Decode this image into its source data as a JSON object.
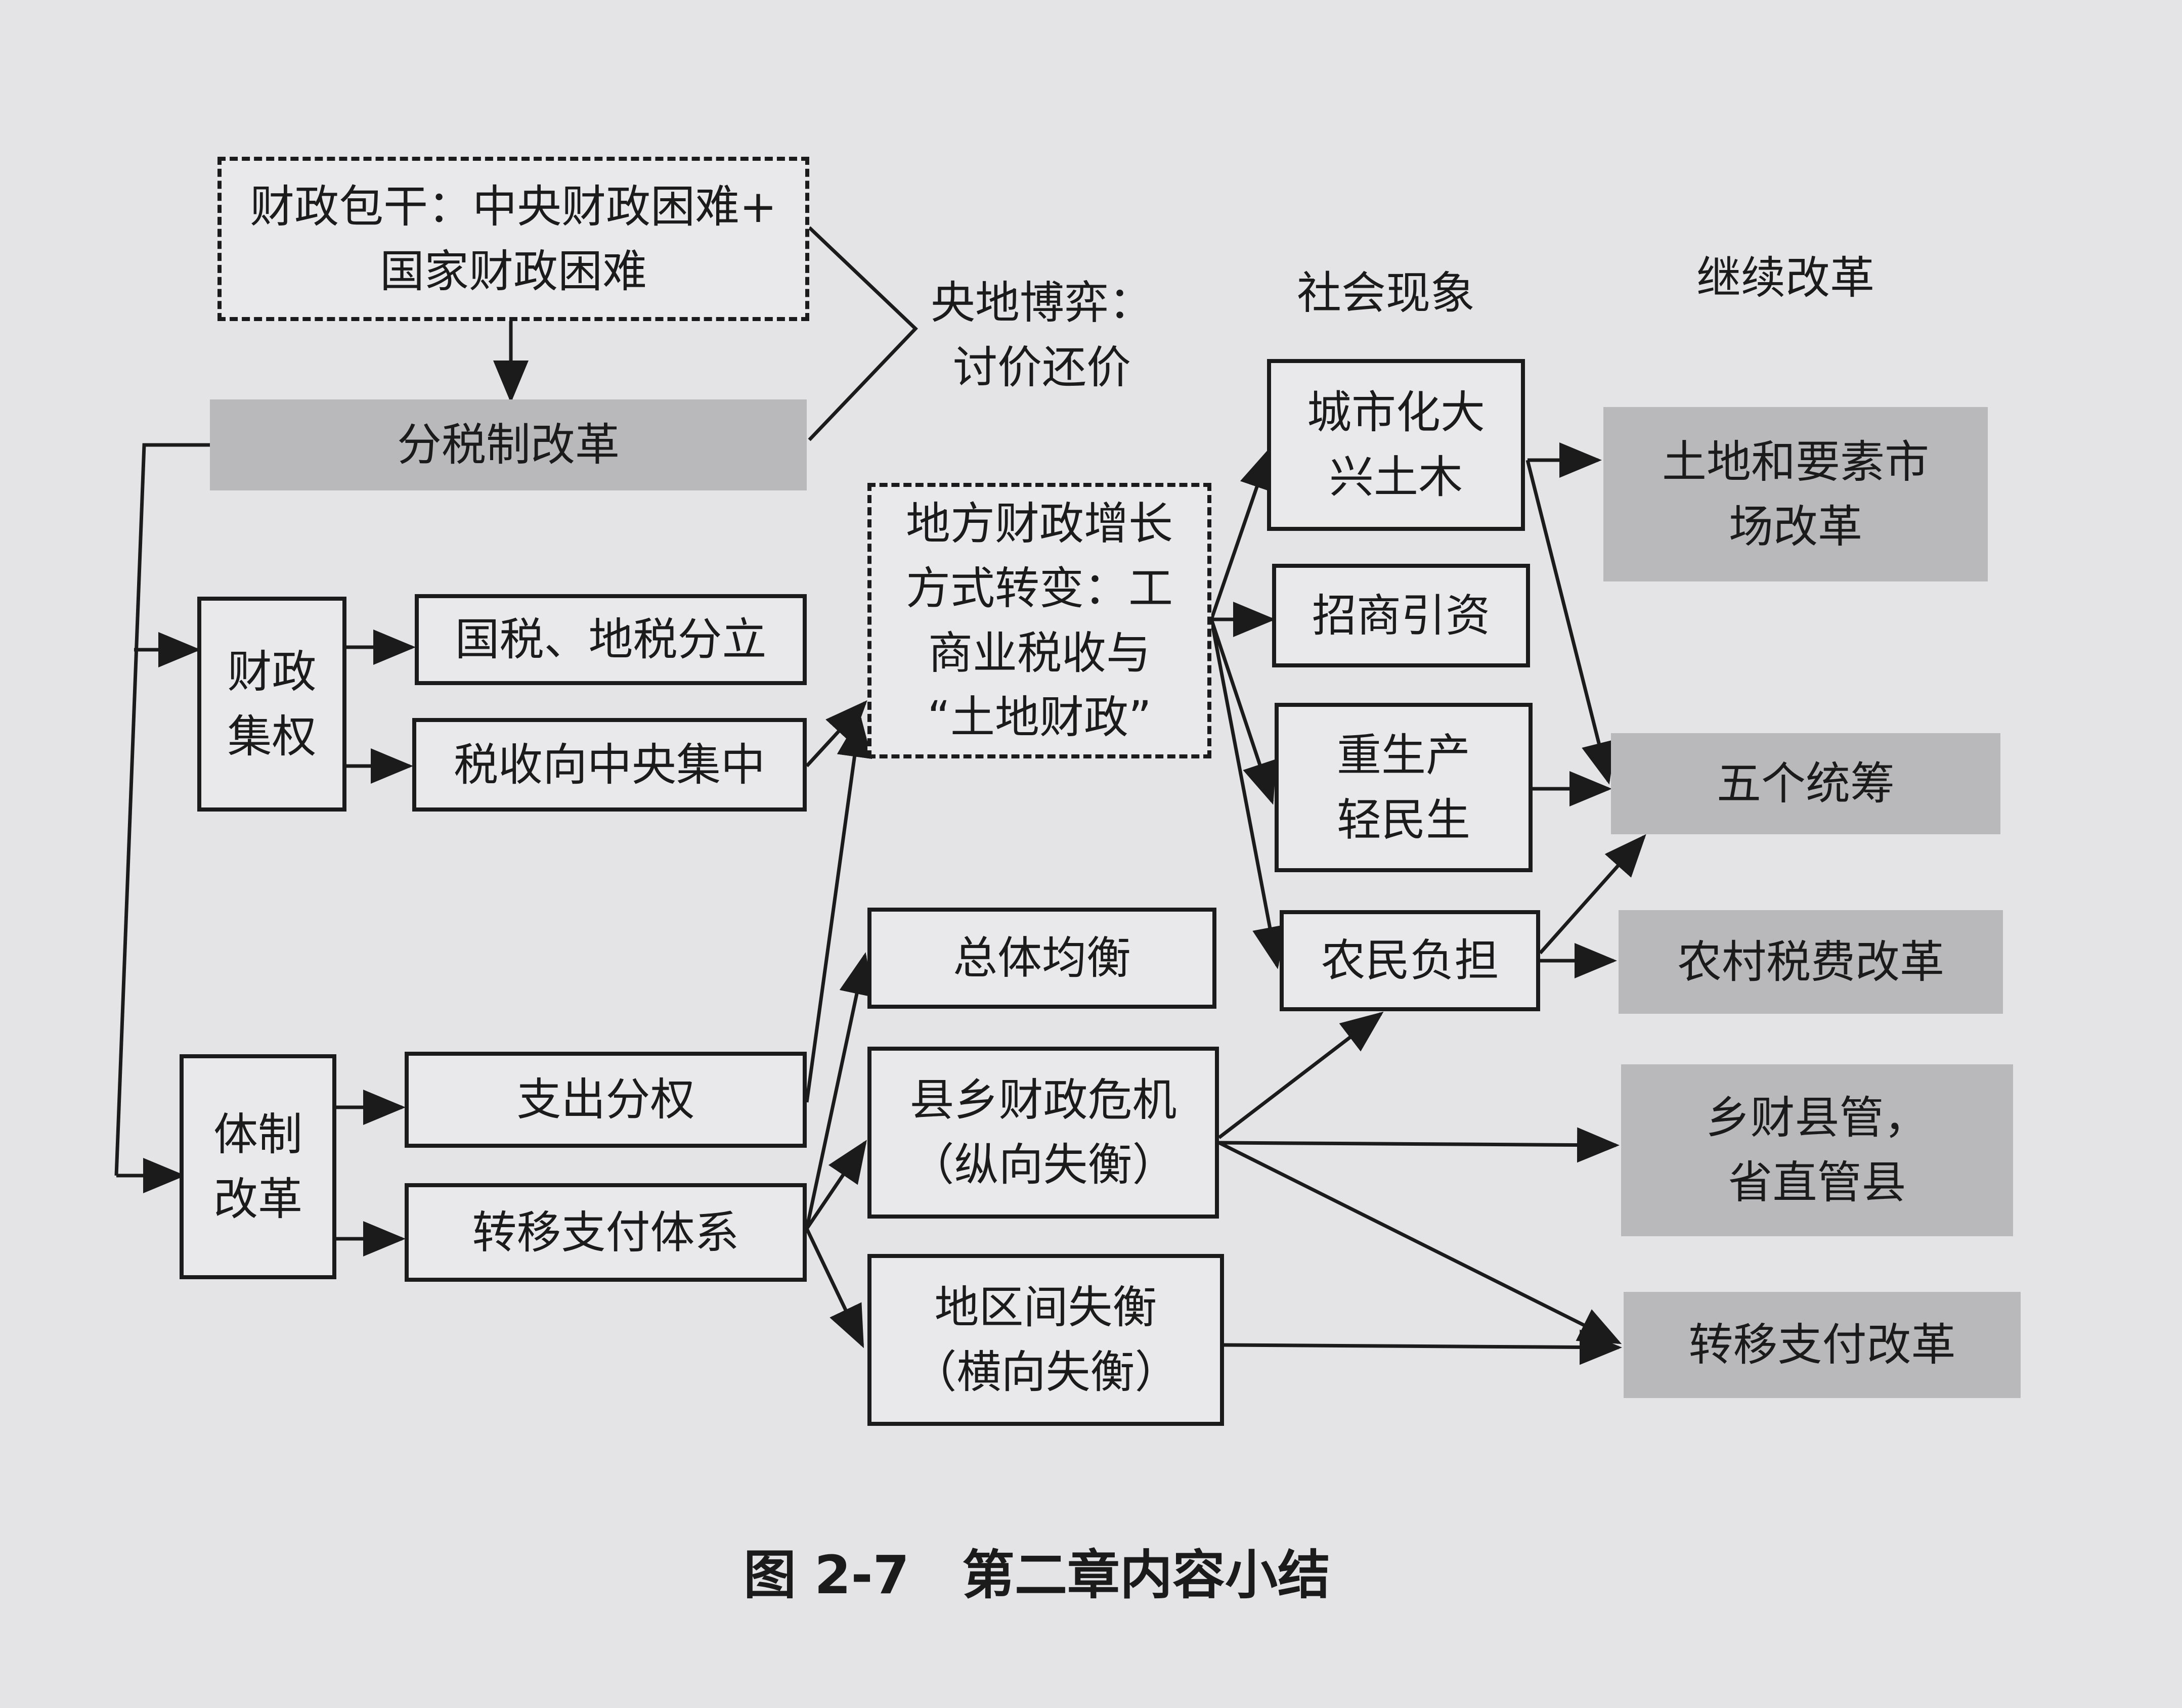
{
  "diagram": {
    "nodes": {
      "fiscal_contracting": "财政包干：中央财政困难+\n国家财政困难",
      "central_local_game": "央地博弈：\n讨价还价",
      "social_phenomena_heading": "社会现象",
      "continue_reform_heading": "继续改革",
      "tax_sharing_reform": "分税制改革",
      "fiscal_centralization": "财政\n集权",
      "national_local_tax_split": "国税、地税分立",
      "tax_to_center": "税收向中央集中",
      "local_finance_shift": "地方财政增长\n方式转变：工\n商业税收与\n“土地财政”",
      "urbanization": "城市化大\n兴土木",
      "investment_promotion": "招商引资",
      "production_over_livelihood": "重生产\n轻民生",
      "farmer_burden": "农民负担",
      "land_factor_market_reform": "土地和要素市\n场改革",
      "five_coordinations": "五个统筹",
      "rural_tax_fee_reform": "农村税费改革",
      "county_township_reform": "乡财县管，\n省直管县",
      "transfer_payment_reform": "转移支付改革",
      "overall_balance": "总体均衡",
      "county_township_crisis": "县乡财政危机\n（纵向失衡）",
      "regional_imbalance": "地区间失衡\n（横向失衡）",
      "institutional_reform": "体制\n改革",
      "expenditure_decentralization": "支出分权",
      "transfer_payment_system": "转移支付体系"
    },
    "caption": "图 2-7　第二章内容小结"
  }
}
